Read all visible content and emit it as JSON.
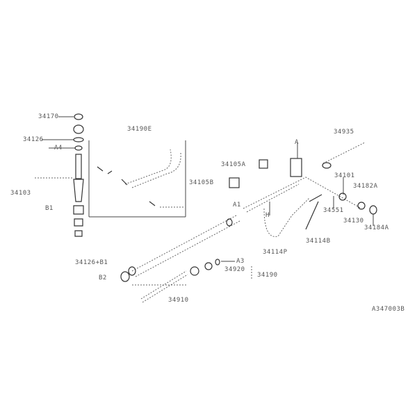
{
  "diagram": {
    "labels": {
      "cap": "34170",
      "ring": "34126",
      "a4": "A4",
      "boot": "34103",
      "b1": "B1",
      "inset": "34190E",
      "plate": "34105B",
      "bracket": "34105A",
      "knob": "34935",
      "a": "A",
      "a1": "A1",
      "h": "H",
      "bush_top": "34101",
      "bush_r": "34182A",
      "bolt": "34551",
      "nut": "34130",
      "clip": "34184A",
      "link": "34114B",
      "lever": "34114P",
      "rod_ring_b1": "34126+B1",
      "b2": "B2",
      "ring_a3": "A3",
      "washer": "34920",
      "rod_set": "34190",
      "rod": "34910",
      "ref_code": "A347003B"
    }
  }
}
